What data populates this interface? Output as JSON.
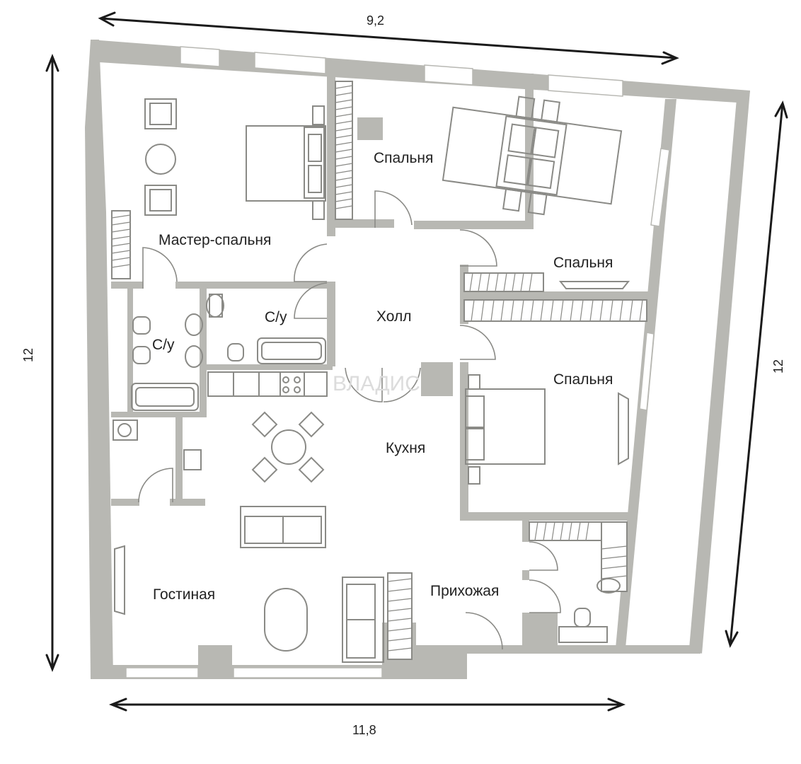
{
  "dimensions": {
    "top": "9,2",
    "left": "12",
    "right": "12",
    "bottom": "11,8"
  },
  "rooms": {
    "master_bedroom": "Мастер-спальня",
    "bedroom_top": "Спальня",
    "bedroom_right_upper": "Спальня",
    "bedroom_right_lower": "Спальня",
    "bathroom_left": "С/у",
    "bathroom_center": "С/у",
    "hall": "Холл",
    "kitchen": "Кухня",
    "living_room": "Гостиная",
    "entrance_hall": "Прихожая"
  },
  "watermark": "ВЛАДИС",
  "colors": {
    "wall": "#b8b8b3",
    "furniture_stroke": "#8a8a86",
    "text": "#222222",
    "background": "#ffffff"
  }
}
